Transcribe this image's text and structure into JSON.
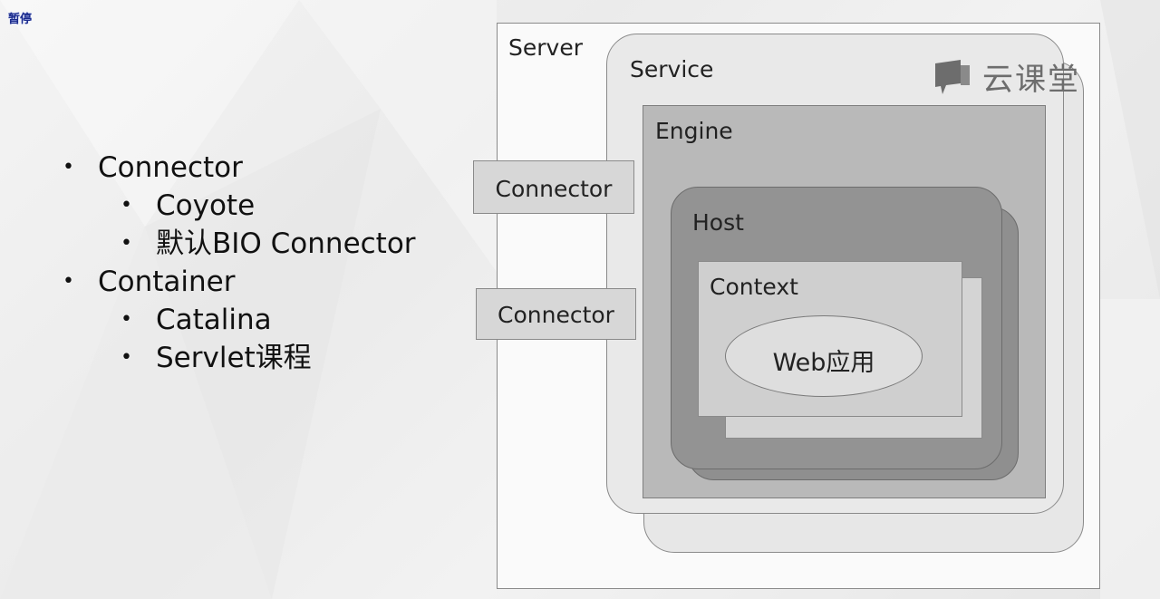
{
  "overlay": {
    "pause_label": "暂停"
  },
  "bullets": {
    "items": [
      {
        "label": "Connector",
        "children": [
          "Coyote",
          "默认BIO Connector"
        ]
      },
      {
        "label": "Container",
        "children": [
          "Catalina",
          "Servlet课程"
        ]
      }
    ],
    "bullet_char": "•"
  },
  "diagram": {
    "server": "Server",
    "service": "Service",
    "engine": "Engine",
    "host": "Host",
    "context": "Context",
    "webapp": "Web应用",
    "connector_top": "Connector",
    "connector_bottom": "Connector"
  },
  "logo": {
    "text": "云课堂",
    "icon": "speech-bubble-icon"
  },
  "colors": {
    "badge": "#1c2c8c",
    "logo": "#6d6d6d",
    "engine": "#b9b9b9",
    "host": "#939393"
  }
}
